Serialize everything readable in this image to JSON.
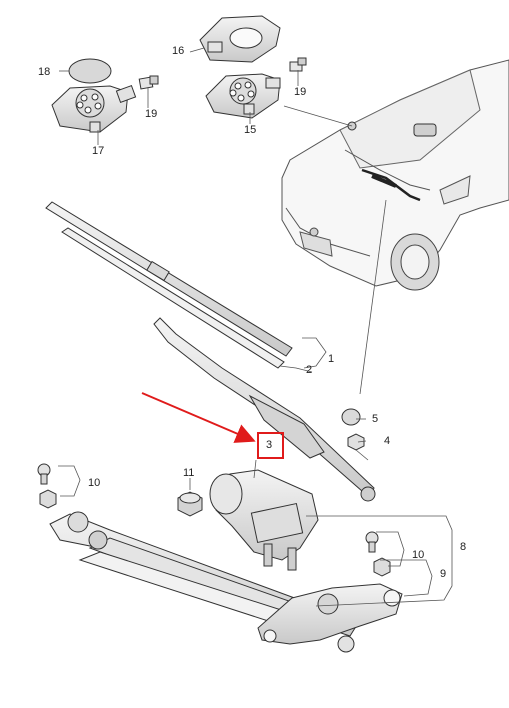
{
  "callouts": {
    "c1": "1",
    "c2": "2",
    "c3": "3",
    "c4": "4",
    "c5": "5",
    "c8": "8",
    "c9": "9",
    "c10a": "10",
    "c10b": "10",
    "c11": "11",
    "c15": "15",
    "c16": "16",
    "c17": "17",
    "c18": "18",
    "c19a": "19",
    "c19b": "19"
  },
  "colors": {
    "part_fill": "#e9e9e9",
    "part_stroke": "#333333",
    "leader": "#555555",
    "highlight": "#e01b1b"
  }
}
